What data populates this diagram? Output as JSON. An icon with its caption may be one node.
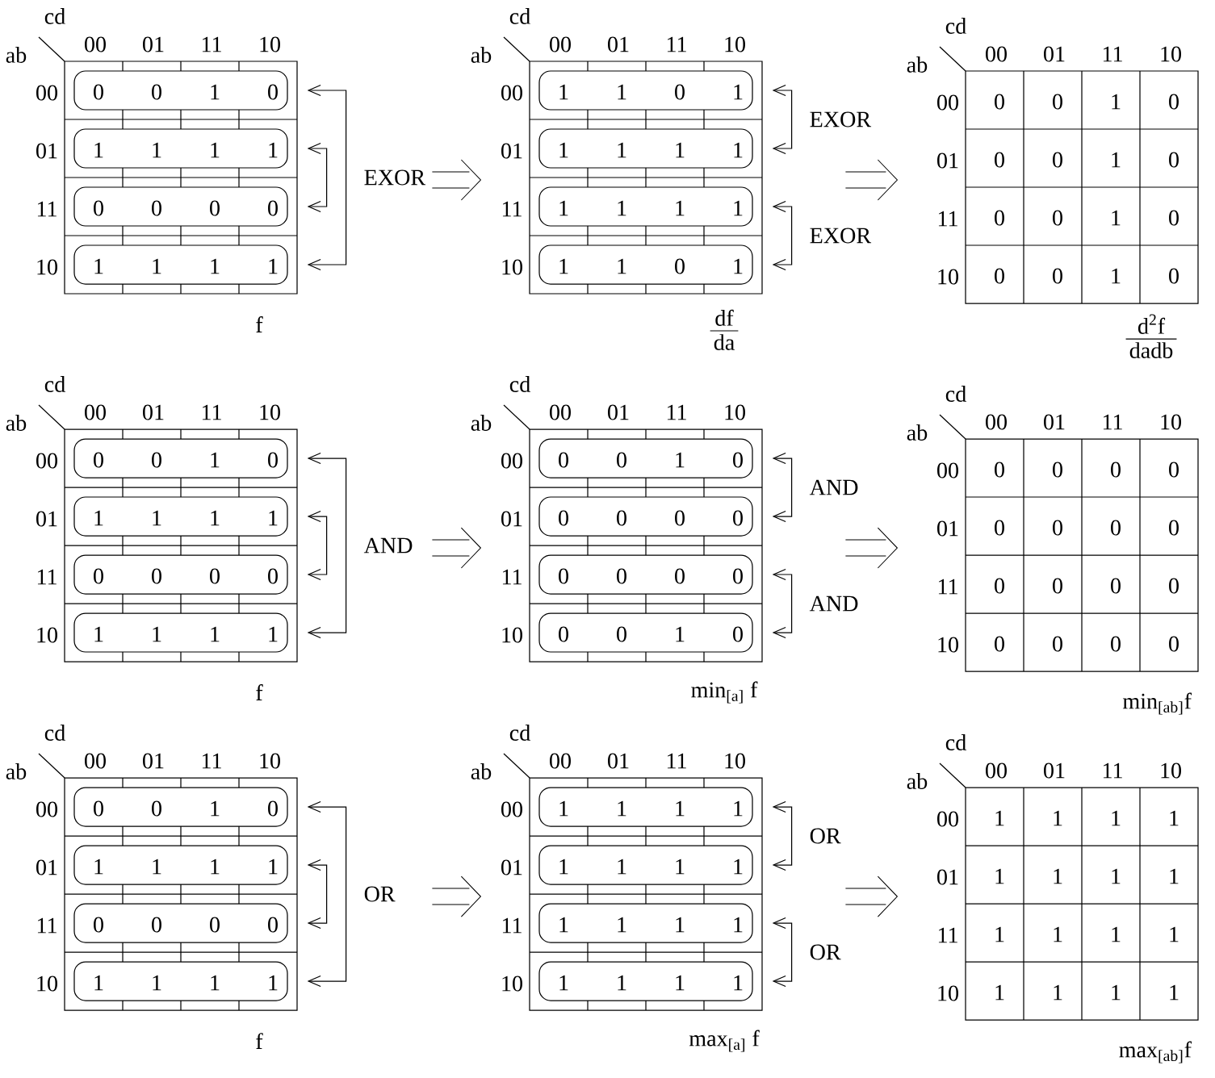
{
  "diagram": {
    "nodes": [
      {
        "text": [
          "cd",
          "ab",
          "00",
          "01",
          "11",
          "10",
          "00",
          "01",
          "11",
          "10"
        ],
        "beside": [
          "f"
        ]
      },
      {
        "text": [
          "0",
          "0",
          "1",
          "0"
        ],
        "in": 0
      },
      {
        "text": [
          "1",
          "1",
          "1",
          "1"
        ],
        "in": 0
      },
      {
        "text": [
          "0",
          "0",
          "0",
          "0"
        ],
        "in": 0
      },
      {
        "text": [
          "1",
          "1",
          "1",
          "1"
        ],
        "in": 0
      },
      {
        "text": [
          "cd",
          "ab",
          "00",
          "01",
          "11",
          "10",
          "00",
          "01",
          "11",
          "10"
        ],
        "beside": [
          "df",
          "da"
        ]
      },
      {
        "text": [
          "1",
          "1",
          "0",
          "1"
        ],
        "in": 5
      },
      {
        "text": [
          "1",
          "1",
          "1",
          "1"
        ],
        "in": 5
      },
      {
        "text": [
          "1",
          "1",
          "1",
          "1"
        ],
        "in": 5
      },
      {
        "text": [
          "1",
          "1",
          "0",
          "1"
        ],
        "in": 5
      },
      {
        "text": [
          "cd",
          "ab",
          "00",
          "01",
          "11",
          "10",
          "00",
          "01",
          "11",
          "10",
          "0",
          "0",
          "1",
          "0",
          "0",
          "0",
          "1",
          "0",
          "0",
          "0",
          "1",
          "0",
          "0",
          "0",
          "1",
          "0"
        ],
        "beside": [
          "d$^{2}$f",
          "dadb"
        ]
      },
      {
        "text": [
          "cd",
          "ab",
          "00",
          "01",
          "11",
          "10",
          "00",
          "01",
          "11",
          "10"
        ],
        "beside": [
          "f"
        ]
      },
      {
        "text": [
          "0",
          "0",
          "1",
          "0"
        ],
        "in": 11
      },
      {
        "text": [
          "1",
          "1",
          "1",
          "1"
        ],
        "in": 11
      },
      {
        "text": [
          "0",
          "0",
          "0",
          "0"
        ],
        "in": 11
      },
      {
        "text": [
          "1",
          "1",
          "1",
          "1"
        ],
        "in": 11
      },
      {
        "text": [
          "cd",
          "ab",
          "00",
          "01",
          "11",
          "10",
          "00",
          "01",
          "11",
          "10"
        ],
        "beside": [
          "min$_{[a]}$ f"
        ]
      },
      {
        "text": [
          "0",
          "0",
          "1",
          "0"
        ],
        "in": 16
      },
      {
        "text": [
          "0",
          "0",
          "0",
          "0"
        ],
        "in": 16
      },
      {
        "text": [
          "0",
          "0",
          "0",
          "0"
        ],
        "in": 16
      },
      {
        "text": [
          "0",
          "0",
          "1",
          "0"
        ],
        "in": 16
      },
      {
        "text": [
          "cd",
          "ab",
          "00",
          "01",
          "11",
          "10",
          "00",
          "01",
          "11",
          "10",
          "0",
          "0",
          "0",
          "0",
          "0",
          "0",
          "0",
          "0",
          "0",
          "0",
          "0",
          "0",
          "0",
          "0",
          "0",
          "0"
        ],
        "beside": [
          "min$_{[ab]}$f"
        ]
      },
      {
        "text": [
          "cd",
          "ab",
          "00",
          "01",
          "11",
          "10",
          "00",
          "01",
          "11",
          "10"
        ],
        "beside": [
          "f"
        ]
      },
      {
        "text": [
          "0",
          "0",
          "1",
          "0"
        ],
        "in": 22
      },
      {
        "text": [
          "1",
          "1",
          "1",
          "1"
        ],
        "in": 22
      },
      {
        "text": [
          "0",
          "0",
          "0",
          "0"
        ],
        "in": 22
      },
      {
        "text": [
          "1",
          "1",
          "1",
          "1"
        ],
        "in": 22
      },
      {
        "text": [
          "cd",
          "ab",
          "00",
          "01",
          "11",
          "10",
          "00",
          "01",
          "11",
          "10"
        ],
        "beside": [
          "max$_{[a]}$ f"
        ]
      },
      {
        "text": [
          "1",
          "1",
          "1",
          "1"
        ],
        "in": 27
      },
      {
        "text": [
          "1",
          "1",
          "1",
          "1"
        ],
        "in": 27
      },
      {
        "text": [
          "1",
          "1",
          "1",
          "1"
        ],
        "in": 27
      },
      {
        "text": [
          "1",
          "1",
          "1",
          "1"
        ],
        "in": 27
      },
      {
        "text": [
          "cd",
          "ab",
          "00",
          "01",
          "11",
          "10",
          "00",
          "01",
          "11",
          "10",
          "1",
          "1",
          "1",
          "1",
          "1",
          "1",
          "1",
          "1",
          "1",
          "1",
          "1",
          "1",
          "1",
          "1",
          "1",
          "1"
        ],
        "beside": [
          "max$_{[ab]}$f"
        ]
      }
    ],
    "edges": [
      {
        "from": 1,
        "to": 4,
        "arrow": "both",
        "label": "EXOR"
      },
      {
        "from": 2,
        "to": 3,
        "arrow": "both"
      },
      {
        "from": null,
        "to": 5,
        "arrow": "to"
      },
      {
        "from": 6,
        "to": 7,
        "arrow": "both",
        "label": "EXOR"
      },
      {
        "from": 8,
        "to": 9,
        "arrow": "both",
        "label": "EXOR"
      },
      {
        "from": null,
        "to": 10,
        "arrow": "to"
      },
      {
        "from": 12,
        "to": 15,
        "arrow": "both",
        "label": "AND"
      },
      {
        "from": 13,
        "to": 14,
        "arrow": "both"
      },
      {
        "from": null,
        "to": 16,
        "arrow": "to"
      },
      {
        "from": 17,
        "to": 18,
        "arrow": "both",
        "label": "AND"
      },
      {
        "from": 19,
        "to": 20,
        "arrow": "both",
        "label": "AND"
      },
      {
        "from": null,
        "to": 21,
        "arrow": "to"
      },
      {
        "from": 23,
        "to": 26,
        "arrow": "both",
        "label": "OR"
      },
      {
        "from": 24,
        "to": 25,
        "arrow": "both"
      },
      {
        "from": null,
        "to": 27,
        "arrow": "to"
      },
      {
        "from": 28,
        "to": 29,
        "arrow": "both",
        "label": "OR"
      },
      {
        "from": 30,
        "to": 31,
        "arrow": "both",
        "label": "OR"
      },
      {
        "from": null,
        "to": 32,
        "arrow": "to"
      }
    ]
  }
}
